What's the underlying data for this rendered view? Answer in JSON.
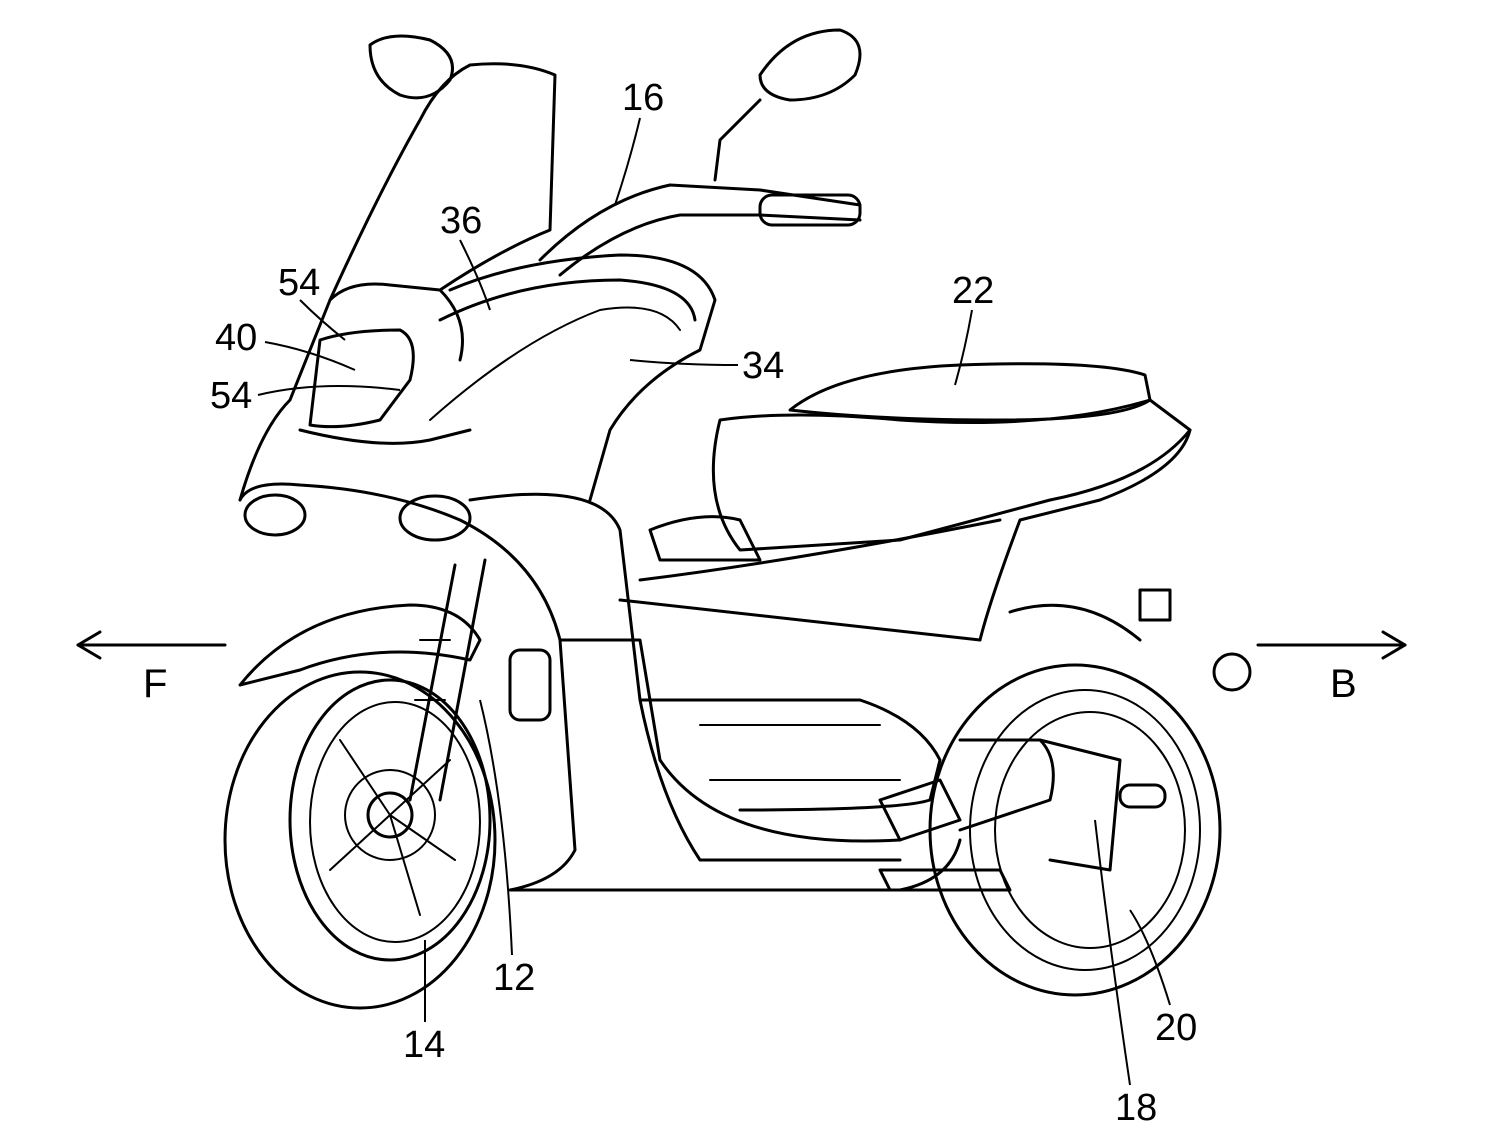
{
  "labels": {
    "l16": "16",
    "l36": "36",
    "l54a": "54",
    "l40": "40",
    "l54b": "54",
    "l22": "22",
    "l34": "34",
    "l12": "12",
    "l14": "14",
    "l18": "18",
    "l20": "20"
  },
  "directions": {
    "front": "F",
    "back": "B"
  }
}
